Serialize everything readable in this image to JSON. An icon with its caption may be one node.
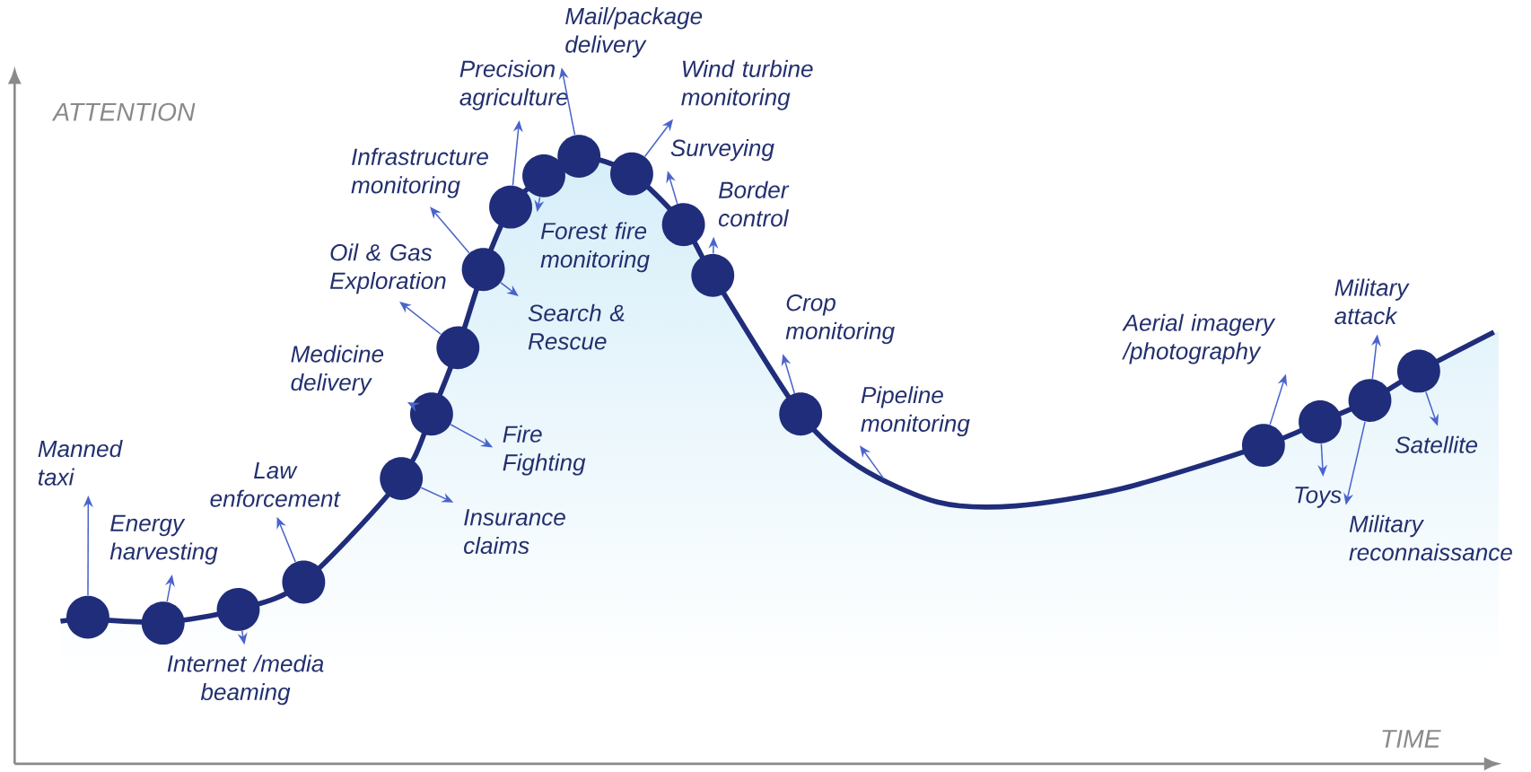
{
  "diagram": {
    "nodes": [
      {
        "text": [],
        "shape": "circle"
      },
      {
        "text": [
          "Manned taxi"
        ]
      },
      {
        "text": [],
        "shape": "circle"
      },
      {
        "text": [
          "Energy harvesting"
        ]
      },
      {
        "text": [],
        "shape": "circle"
      },
      {
        "text": [
          "Internet /media beaming"
        ]
      },
      {
        "text": [],
        "shape": "circle"
      },
      {
        "text": [
          "Law enforcement"
        ]
      },
      {
        "text": [],
        "shape": "circle"
      },
      {
        "text": [
          "Insurance claims"
        ]
      },
      {
        "text": [],
        "shape": "circle"
      },
      {
        "text": [
          "Medicine delivery"
        ]
      },
      {
        "text": [
          "Fire Fighting"
        ]
      },
      {
        "text": [],
        "shape": "circle"
      },
      {
        "text": [
          "Oil & Gas Exploration"
        ]
      },
      {
        "text": [],
        "shape": "circle"
      },
      {
        "text": [
          "Infrastructure monitoring"
        ]
      },
      {
        "text": [
          "Search & Rescue"
        ]
      },
      {
        "text": [],
        "shape": "circle"
      },
      {
        "text": [
          "Precision agriculture"
        ]
      },
      {
        "text": [],
        "shape": "circle"
      },
      {
        "text": [
          "Forest fire monitoring"
        ]
      },
      {
        "text": [],
        "shape": "circle"
      },
      {
        "text": [
          "Mail/package delivery"
        ]
      },
      {
        "text": [],
        "shape": "circle"
      },
      {
        "text": [
          "Wind turbine monitoring"
        ]
      },
      {
        "text": [],
        "shape": "circle"
      },
      {
        "text": [
          "Surveying"
        ]
      },
      {
        "text": [],
        "shape": "circle"
      },
      {
        "text": [
          "Border control"
        ]
      },
      {
        "text": [],
        "shape": "circle"
      },
      {
        "text": [
          "Crop monitoring"
        ]
      },
      {
        "text": [
          "Pipeline monitoring"
        ]
      },
      {
        "text": [],
        "shape": "circle"
      },
      {
        "text": [
          "Aerial imagery /photography"
        ]
      },
      {
        "text": [],
        "shape": "circle"
      },
      {
        "text": [
          "Toys"
        ]
      },
      {
        "text": [],
        "shape": "circle"
      },
      {
        "text": [
          "Military attack"
        ]
      },
      {
        "text": [
          "Military reconnaissance"
        ]
      },
      {
        "text": [],
        "shape": "circle"
      },
      {
        "text": [
          "Satellite"
        ]
      }
    ],
    "edges": [
      {
        "from": 0,
        "to": 1,
        "arrow": "to"
      },
      {
        "from": 2,
        "to": 3,
        "arrow": "to"
      },
      {
        "from": 4,
        "to": 5,
        "arrow": "to"
      },
      {
        "from": 6,
        "to": 7,
        "arrow": "to"
      },
      {
        "from": 8,
        "to": 9,
        "arrow": "to"
      },
      {
        "from": 10,
        "to": 11,
        "arrow": "to"
      },
      {
        "from": 10,
        "to": 12,
        "arrow": "to"
      },
      {
        "from": 13,
        "to": 14,
        "arrow": "to"
      },
      {
        "from": 15,
        "to": 16,
        "arrow": "to"
      },
      {
        "from": 15,
        "to": 17,
        "arrow": "to"
      },
      {
        "from": 18,
        "to": 19,
        "arrow": "to"
      },
      {
        "from": 20,
        "to": 21,
        "arrow": "to"
      },
      {
        "from": 22,
        "to": 23,
        "arrow": "to"
      },
      {
        "from": 24,
        "to": 25,
        "arrow": "to"
      },
      {
        "from": 26,
        "to": 27,
        "arrow": "to"
      },
      {
        "from": 28,
        "to": 29,
        "arrow": "to"
      },
      {
        "from": 30,
        "to": 31,
        "arrow": "to"
      },
      {
        "from": null,
        "to": 32,
        "arrow": "to"
      },
      {
        "from": 33,
        "to": 34,
        "arrow": "to"
      },
      {
        "from": 35,
        "to": 36,
        "arrow": "to"
      },
      {
        "from": 37,
        "to": 38,
        "arrow": "to"
      },
      {
        "from": 37,
        "to": 39,
        "arrow": "to"
      },
      {
        "from": 40,
        "to": 41,
        "arrow": "to"
      }
    ],
    "labels": [
      "ATTENTION",
      "TIME"
    ]
  }
}
